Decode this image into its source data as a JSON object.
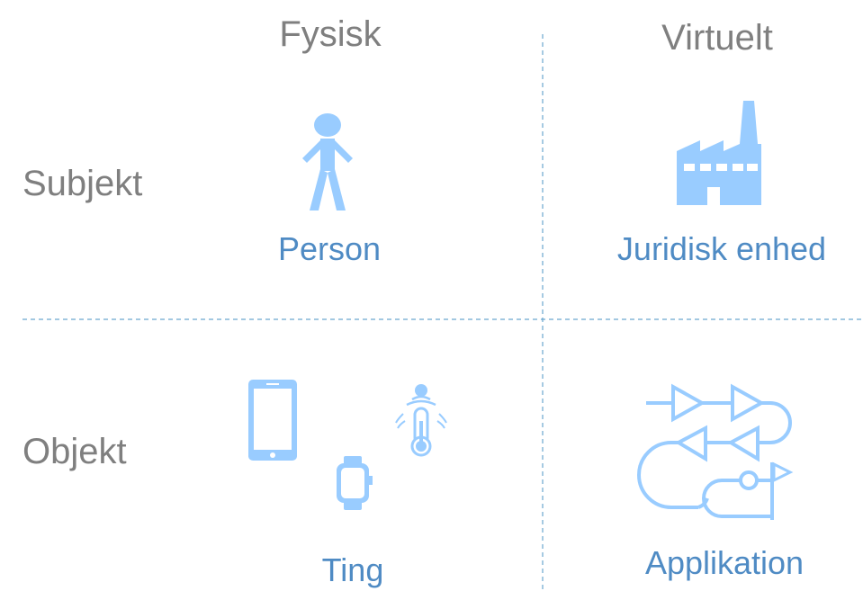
{
  "columns": {
    "physical": "Fysisk",
    "virtual": "Virtuelt"
  },
  "rows": {
    "subject": "Subjekt",
    "object": "Objekt"
  },
  "cells": {
    "person": "Person",
    "legal_entity": "Juridisk enhed",
    "thing": "Ting",
    "application": "Applikation"
  },
  "colors": {
    "icon": "#99ccff",
    "label": "#4f8bc4",
    "header": "#7f7f7f",
    "divider": "#6aa6cf"
  },
  "icons": {
    "person": "person-icon",
    "legal_entity": "factory-icon",
    "thing": [
      "smartphone-icon",
      "smartwatch-icon",
      "iot-thermometer-icon"
    ],
    "application": "process-flow-icon"
  }
}
